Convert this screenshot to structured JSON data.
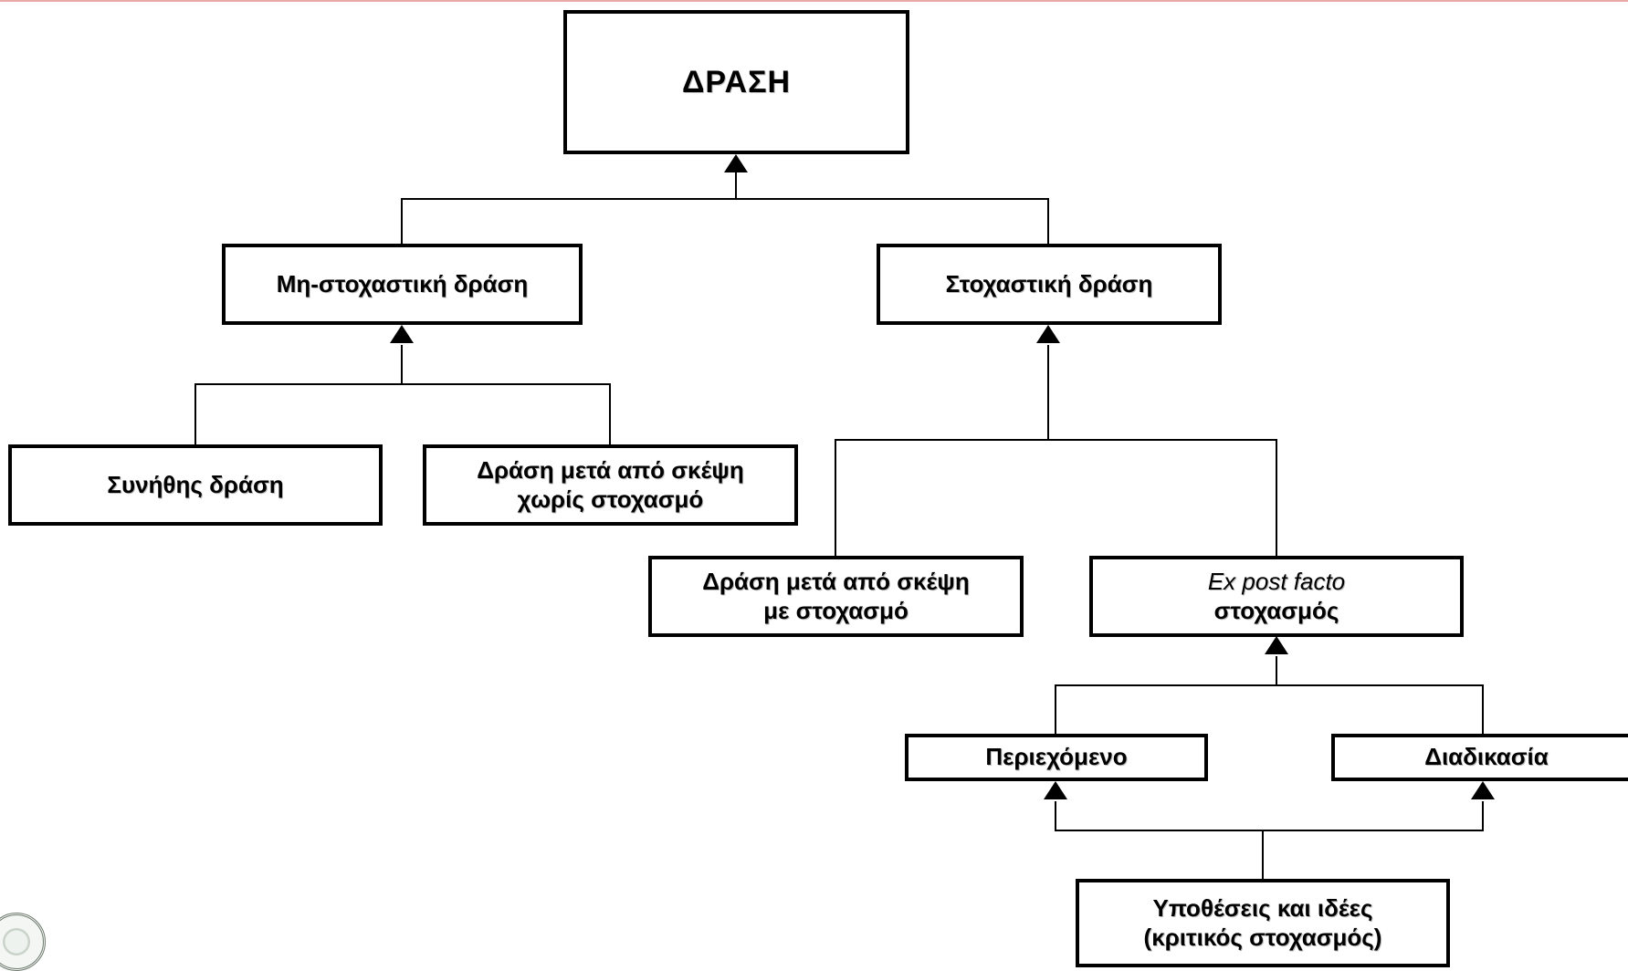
{
  "diagram": {
    "root": {
      "label": "ΔΡΑΣΗ"
    },
    "non_reflective": {
      "label": "Μη-στοχαστική δράση"
    },
    "reflective": {
      "label": "Στοχαστική δράση"
    },
    "habitual": {
      "label": "Συνήθης δράση"
    },
    "thoughtful_no_reflection": {
      "line1": "Δράση μετά από σκέψη",
      "line2": "χωρίς στοχασμό"
    },
    "thoughtful_with_reflection": {
      "line1": "Δράση μετά από σκέψη",
      "line2": "με στοχασμό"
    },
    "ex_post_facto": {
      "line1": "Ex post facto",
      "line2": "στοχασμός"
    },
    "content": {
      "label": "Περιεχόμενο"
    },
    "process": {
      "label": "Διαδικασία"
    },
    "premises": {
      "line1": "Υποθέσεις και ιδέες",
      "line2": "(κριτικός στοχασμός)"
    }
  },
  "colors": {
    "stroke": "#000000",
    "background": "#ffffff",
    "top_rule": "#e9a9a9"
  },
  "icons": {
    "seal": "university-seal-icon"
  }
}
